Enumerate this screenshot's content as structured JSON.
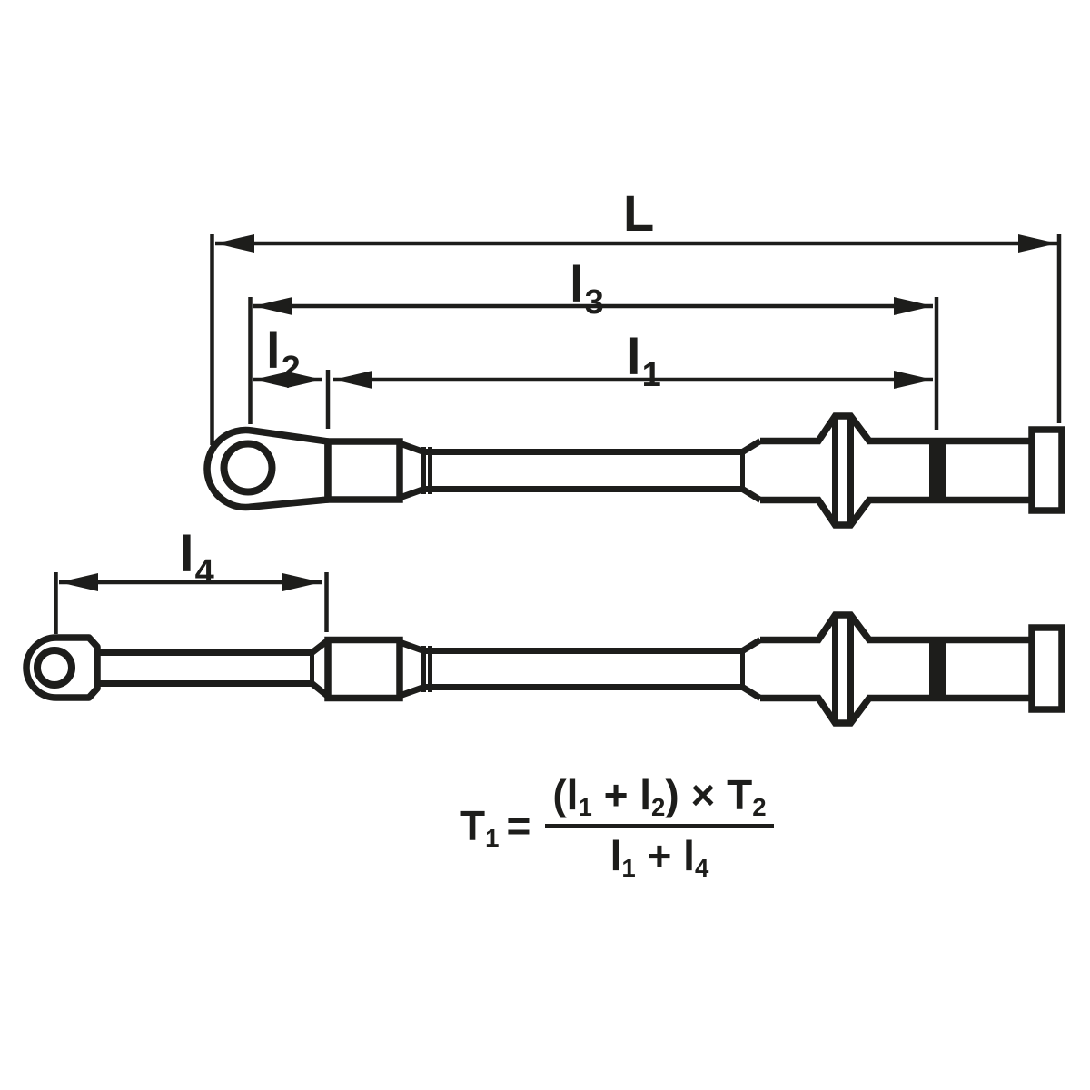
{
  "colors": {
    "line": "#1d1d1b",
    "background": "#ffffff",
    "handle_band": "#1d1d1b"
  },
  "dimensions": {
    "L": {
      "base": "L",
      "sub": ""
    },
    "l3": {
      "base": "l",
      "sub": "3"
    },
    "l1": {
      "base": "l",
      "sub": "1"
    },
    "l2": {
      "base": "l",
      "sub": "2"
    },
    "l4": {
      "base": "l",
      "sub": "4"
    }
  },
  "formula": {
    "lhs_base": "T",
    "lhs_sub": "1",
    "equals": "=",
    "numerator": {
      "t1": "(l",
      "s1": "1",
      "t2": " + l",
      "s2": "2",
      "t3": ") × T",
      "s3": "2"
    },
    "denominator": {
      "t1": "l",
      "s1": "1",
      "t2": " + l",
      "s2": "4"
    }
  }
}
